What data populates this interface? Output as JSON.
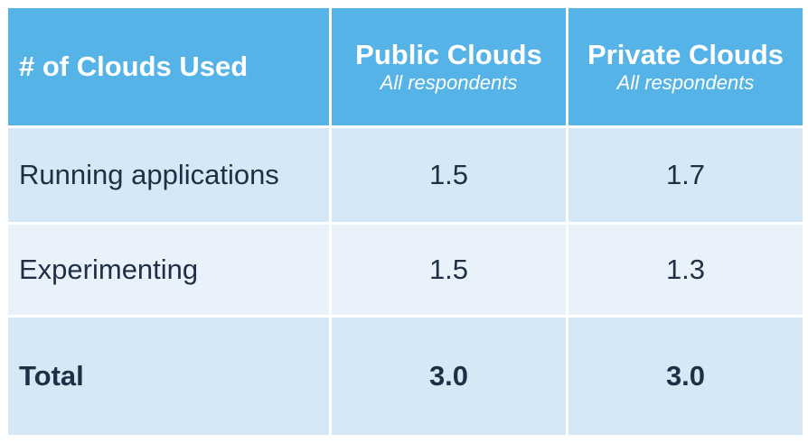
{
  "chart_data": {
    "type": "table",
    "header": {
      "first_col": "# of Clouds Used",
      "columns": [
        {
          "title": "Public Clouds",
          "subtitle": "All respondents"
        },
        {
          "title": "Private Clouds",
          "subtitle": "All respondents"
        }
      ]
    },
    "rows": [
      {
        "label": "Running applications",
        "values": [
          "1.5",
          "1.7"
        ]
      },
      {
        "label": "Experimenting",
        "values": [
          "1.5",
          "1.3"
        ]
      },
      {
        "label": "Total",
        "values": [
          "3.0",
          "3.0"
        ]
      }
    ]
  },
  "colors": {
    "header_bg": "#55b3e8",
    "row_dark": "#d6e7f5",
    "row_light": "#e9f2fa",
    "text_dark": "#1f3046",
    "header_text": "#ffffff"
  }
}
